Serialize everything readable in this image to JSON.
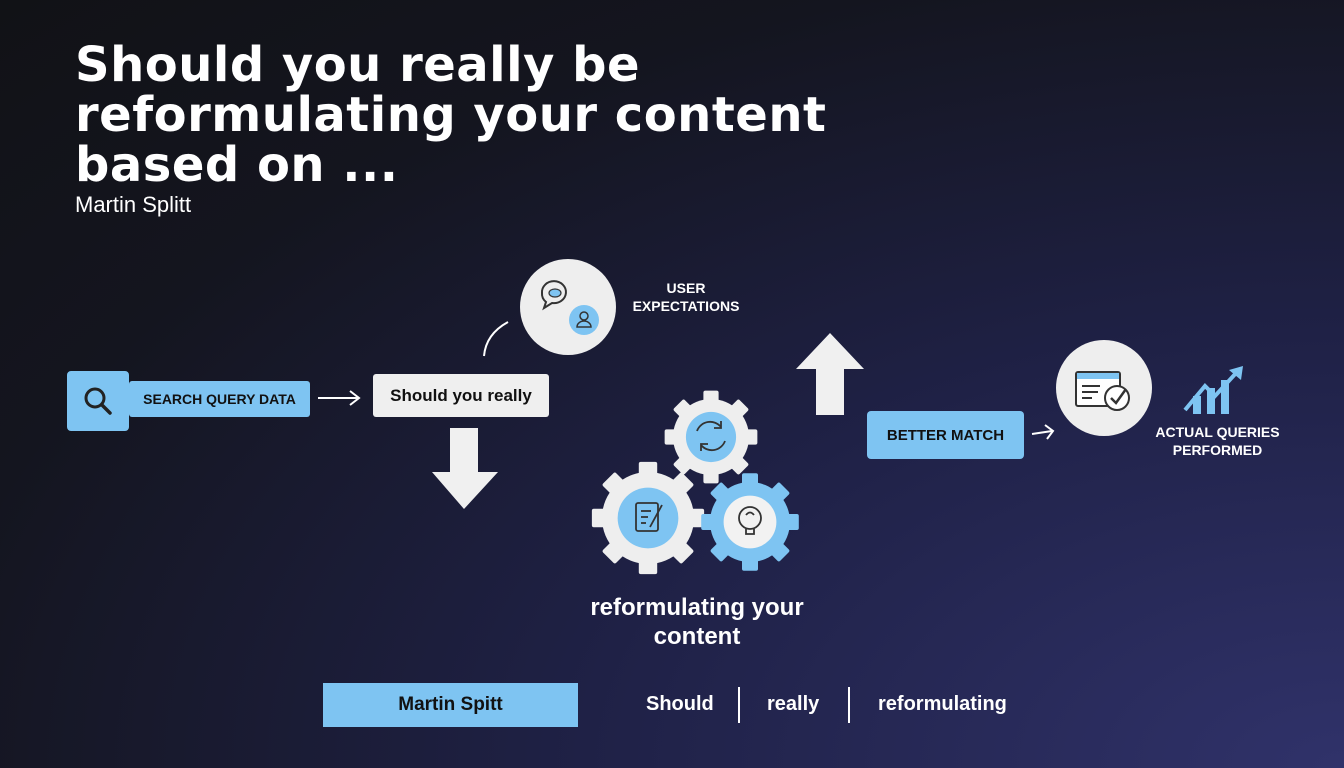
{
  "title": {
    "lines": [
      "Should you really be",
      "reformulating your content",
      "based on ..."
    ],
    "author": "Martin Splitt"
  },
  "diagram": {
    "search_label": "SEARCH QUERY DATA",
    "question_label": "Should you really",
    "user_expectations": [
      "USER",
      "EXPECTATIONS"
    ],
    "gears_caption": [
      "reformulating your",
      "content"
    ],
    "better_match": "BETTER MATCH",
    "actual_queries": [
      "ACTUAL QUERIES",
      "PERFORMED"
    ]
  },
  "footer": {
    "name_box": "Martin Spitt",
    "keywords": [
      "Should",
      "really",
      "reformulating"
    ]
  },
  "colors": {
    "accent": "#7ec4f2",
    "light": "#efefef"
  }
}
